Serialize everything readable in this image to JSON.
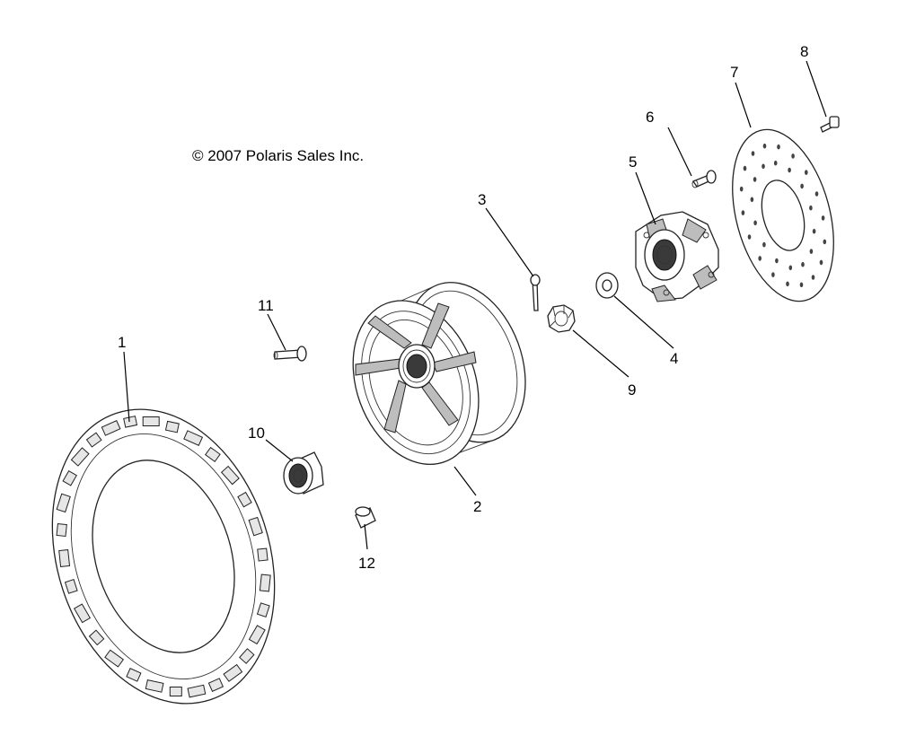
{
  "copyright": "© 2007 Polaris Sales Inc.",
  "callouts": {
    "c1": "1",
    "c2": "2",
    "c3": "3",
    "c4": "4",
    "c5": "5",
    "c6": "6",
    "c7": "7",
    "c8": "8",
    "c9": "9",
    "c10": "10",
    "c11": "11",
    "c12": "12"
  }
}
